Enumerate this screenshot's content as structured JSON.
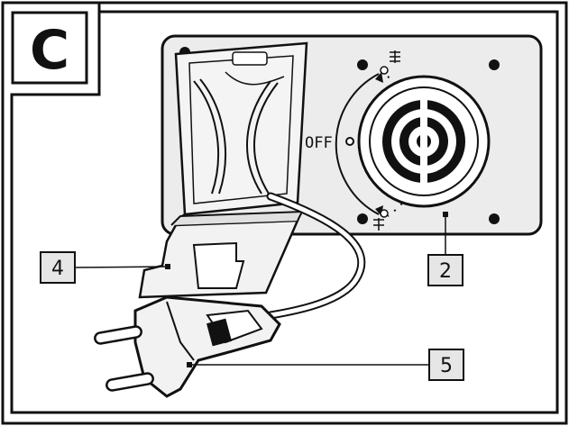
{
  "panel": {
    "letter": "C"
  },
  "dial": {
    "off_label": "OFF"
  },
  "callouts": [
    {
      "id": "cable-cover",
      "number": "4"
    },
    {
      "id": "control-knob",
      "number": "2"
    },
    {
      "id": "mains-plug",
      "number": "5"
    }
  ],
  "colors": {
    "line": "#111111",
    "panel_fill": "#ececec",
    "callout_fill": "#e6e6e6",
    "background": "#ffffff"
  }
}
